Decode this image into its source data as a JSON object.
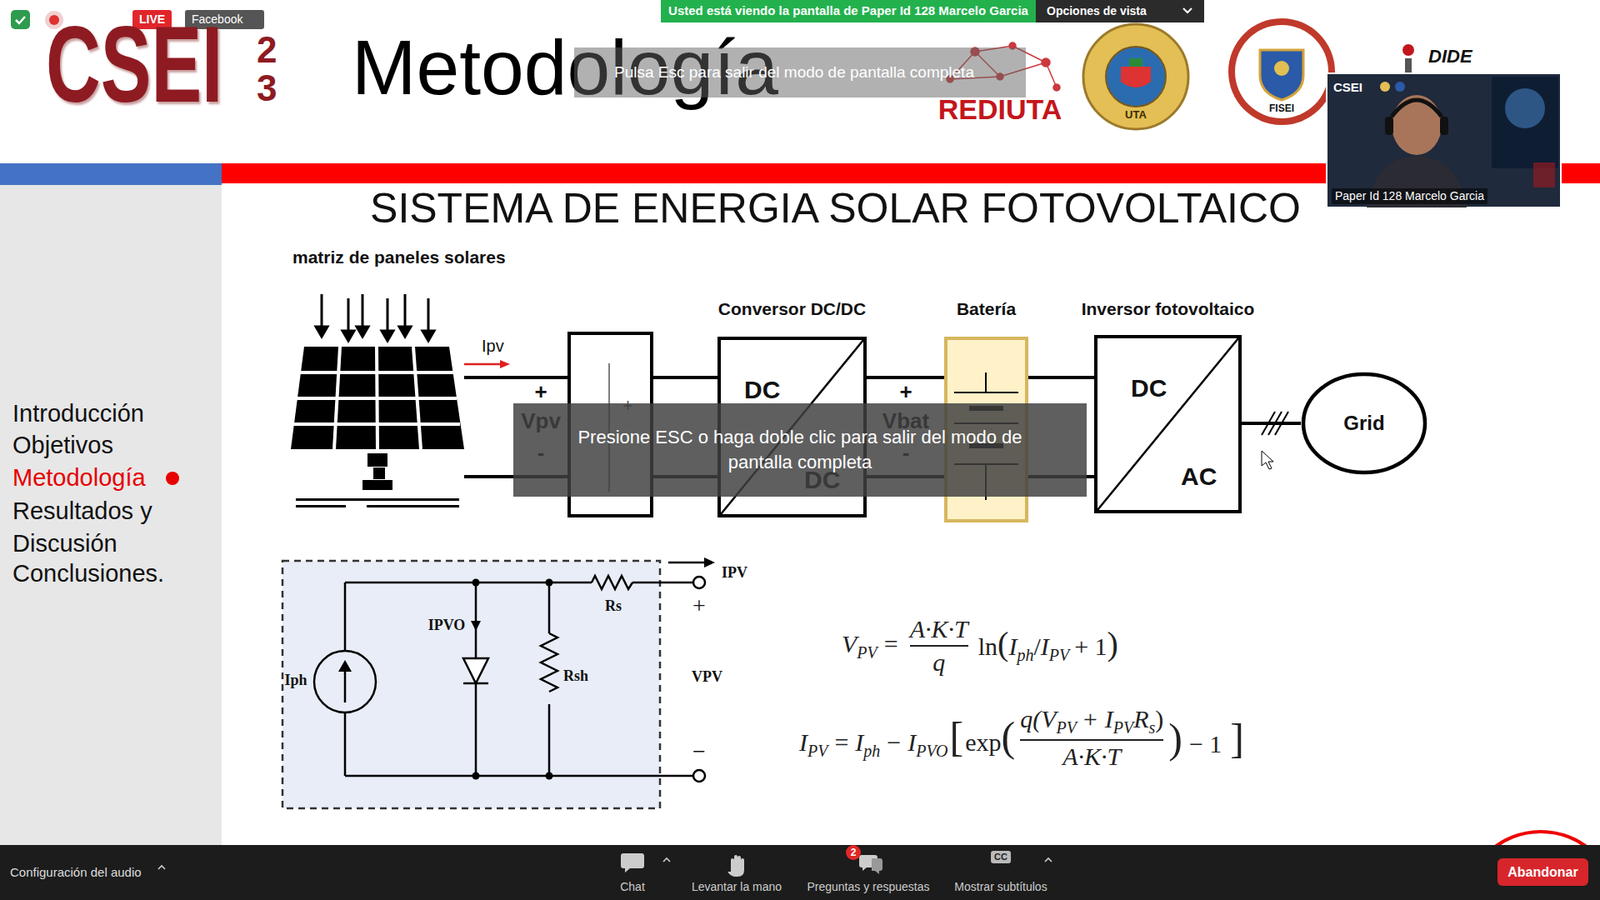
{
  "diagram": {
    "title": "SISTEMA DE ENERGIA SOLAR FOTOVOLTAICO",
    "nodes": [
      {
        "text": [
          "matriz de paneles solares"
        ]
      },
      {
        "text": [
          "+"
        ]
      },
      {
        "text": [
          "Conversor DC/DC",
          "DC",
          "DC"
        ]
      },
      {
        "text": [
          "Batería"
        ]
      },
      {
        "text": [
          "Inversor fotovoltaico",
          "DC",
          "AC"
        ]
      },
      {
        "text": [
          "Grid"
        ]
      }
    ],
    "edges": [
      {
        "from": 0,
        "to": 1,
        "arrow": "none"
      },
      {
        "from": 0,
        "to": 1,
        "arrow": "none"
      },
      {
        "from": 1,
        "to": 2,
        "arrow": "none"
      },
      {
        "from": 1,
        "to": 2,
        "arrow": "none"
      },
      {
        "from": 2,
        "to": 3,
        "arrow": "none"
      },
      {
        "from": 2,
        "to": 3,
        "arrow": "none"
      },
      {
        "from": 3,
        "to": 4,
        "arrow": "none"
      },
      {
        "from": 3,
        "to": 4,
        "arrow": "none"
      },
      {
        "from": 4,
        "to": 5,
        "arrow": "none"
      }
    ],
    "labels": [
      "LIVE",
      "Facebook",
      "Usted está viendo la pantalla de Paper Id 128 Marcelo Garcia",
      "Opciones de vista",
      "CSEI",
      "2",
      "3",
      "Metodología",
      "REDIUTA",
      "UTA",
      "FISEI",
      "DIDE",
      "Pulsa Esc para salir del modo de pantalla completa",
      "CSEI",
      "Paper Id 128 Marcelo Garcia",
      "Introducción",
      "Objetivos",
      "Metodología",
      "Resultados y Discusión",
      "Conclusiones.",
      "Ipv",
      "+",
      "Vpv",
      "-",
      "+",
      "Vbat",
      "-",
      "Presione ESC o haga doble clic para salir del modo de pantalla completa",
      "Iph",
      "IPVO",
      "Rs",
      "Rsh",
      "IPV",
      "+",
      "VPV",
      "−",
      "V",
      "PV",
      "=",
      "A·K·T",
      "q",
      "ln",
      "(",
      "I",
      "ph",
      "/",
      "I",
      "PV",
      "+ 1",
      ")",
      "I",
      "PV",
      "=",
      "I",
      "ph",
      "−",
      "I",
      "PVO",
      "[",
      "exp",
      "(",
      "q(V",
      "PV",
      "+ I",
      "PV",
      "R",
      "s",
      ")",
      "A·K·T",
      ")",
      "− 1",
      "]",
      "Configuración del audio",
      "Chat",
      "Levantar la mano",
      "2",
      "Preguntas y respuestas",
      "CC",
      "Mostrar subtítulos",
      "Abandonar"
    ]
  }
}
